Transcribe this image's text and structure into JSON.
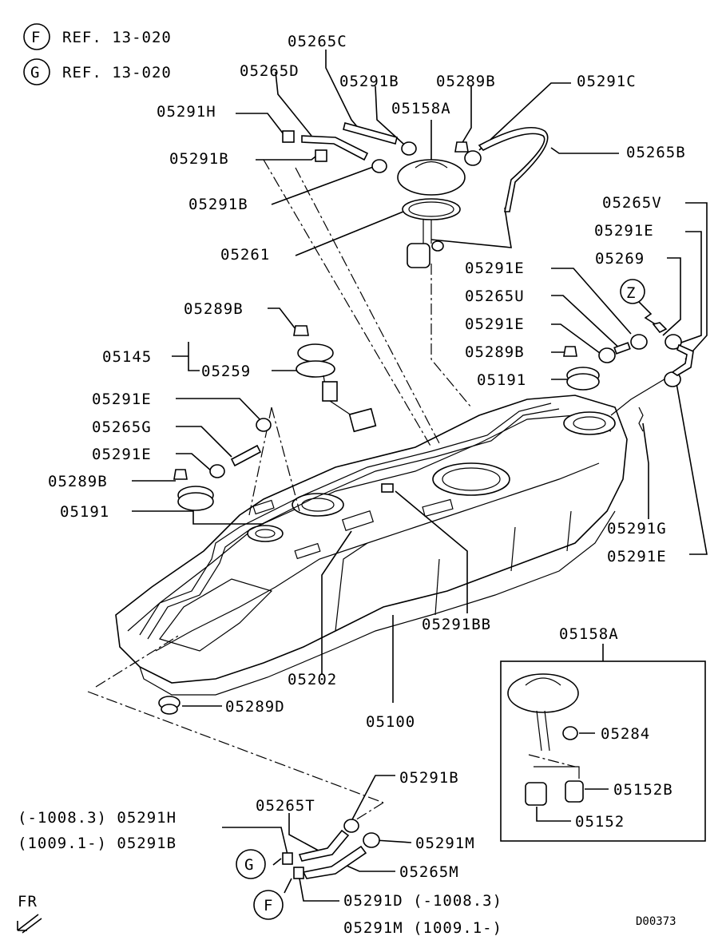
{
  "refs": [
    {
      "letter": "F",
      "text": "REF. 13-020"
    },
    {
      "letter": "G",
      "text": "REF. 13-020"
    }
  ],
  "labels": {
    "l_05265C": "05265C",
    "l_05265D": "05265D",
    "l_05291B_top": "05291B",
    "l_05289B_top": "05289B",
    "l_05291C": "05291C",
    "l_05291H": "05291H",
    "l_05158A": "05158A",
    "l_05265B": "05265B",
    "l_05291B_a": "05291B",
    "l_05291B_b": "05291B",
    "l_05265V": "05265V",
    "l_05291E_r1": "05291E",
    "l_05261": "05261",
    "l_05269": "05269",
    "l_05291E_r2": "05291E",
    "l_05265U": "05265U",
    "l_05291E_r3": "05291E",
    "l_05289B_r": "05289B",
    "l_05191_r": "05191",
    "l_05289B_l": "05289B",
    "l_05145": "05145",
    "l_05259": "05259",
    "l_05291E_l1": "05291E",
    "l_05265G": "05265G",
    "l_05291E_l2": "05291E",
    "l_05289B_l2": "05289B",
    "l_05191_l": "05191",
    "l_05291G": "05291G",
    "l_05291E_r4": "05291E",
    "l_05291BB": "05291BB",
    "l_05158A_box": "05158A",
    "l_05202": "05202",
    "l_05289D": "05289D",
    "l_05100": "05100",
    "l_05284": "05284",
    "l_05152B": "05152B",
    "l_05152": "05152",
    "l_05291B_bot": "05291B",
    "l_05265T": "05265T",
    "l_05291H_bot": "(-1008.3) 05291H",
    "l_05291B_bot2": "(1009.1-) 05291B",
    "l_05291M": "05291M",
    "l_05265M": "05265M",
    "l_05291D": "05291D (-1008.3)",
    "l_05291M_bot": "05291M (1009.1-)",
    "l_Z": "Z",
    "l_G_bot": "G",
    "l_F_bot": "F"
  },
  "footer": {
    "front_label": "FR",
    "diagram_code": "D00373"
  }
}
